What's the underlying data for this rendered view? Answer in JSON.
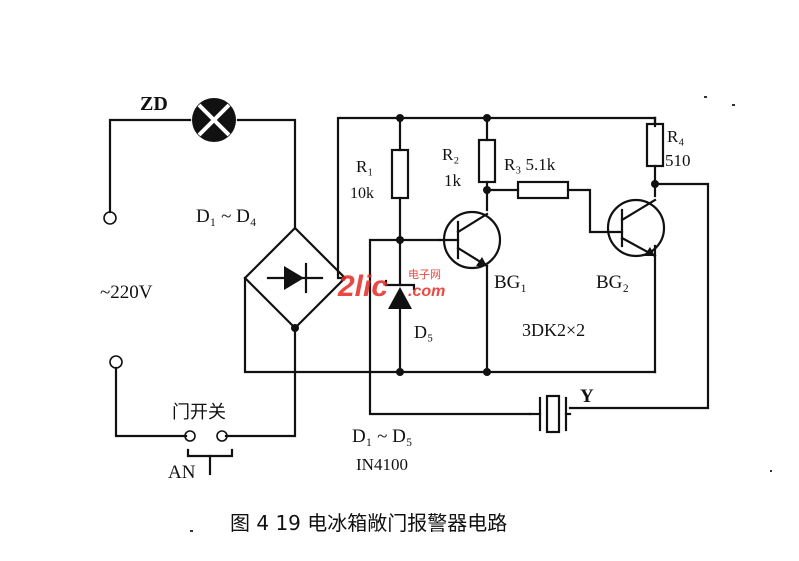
{
  "labels": {
    "lamp": "ZD",
    "bridge": "D₁ ~ D₄",
    "mains": "~220V",
    "door_switch": "门开关",
    "button": "AN",
    "r1_name": "R₁",
    "r1_value": "10k",
    "r2_name": "R₂",
    "r2_value": "1k",
    "r3": "R₃ 5.1k",
    "r4_name": "R₄",
    "r4_value": "510",
    "d5": "D₅",
    "bg1": "BG₁",
    "bg2": "BG₂",
    "transistor_type": "3DK2×2",
    "buzzer": "Y",
    "diodes": "D₁ ~ D₅",
    "diode_part": "IN4100"
  },
  "caption": "图 4 19   电冰箱敞门报警器电路",
  "watermark": {
    "logo": "2lic",
    "site_cn": "电子网",
    "site_en": ".com",
    "color": "#e8302a"
  }
}
